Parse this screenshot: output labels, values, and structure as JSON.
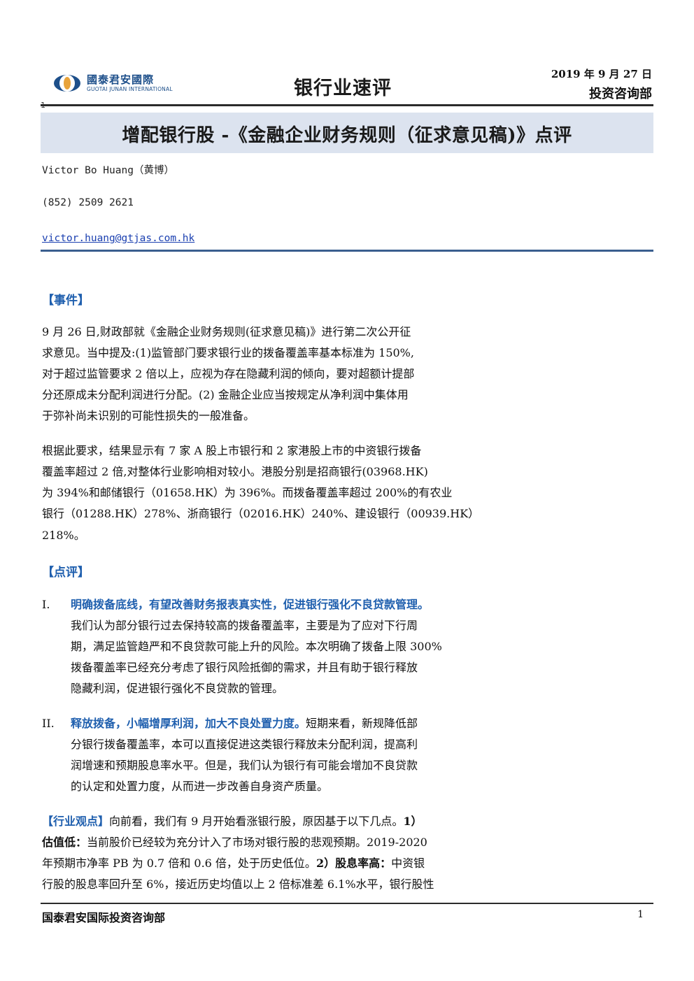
{
  "header": {
    "logo_cn": "國泰君安國際",
    "logo_en": "GUOTAI JUNAN INTERNATIONAL",
    "report_type": "银行业速评",
    "date": "2019 年 9 月 27 日",
    "department": "投资咨询部",
    "page_marker": "1"
  },
  "title": "增配银行股 -《金融企业财务规则（征求意见稿)》点评",
  "contact": {
    "name": "Victor Bo Huang（黄博）",
    "phone": "(852) 2509 2621",
    "email": "victor.huang@gtjas.com.hk"
  },
  "event": {
    "heading": "【事件】",
    "para1": [
      "9 月 26 日,财政部就《金融企业财务规则(征求意见稿)》进行第二次公开征",
      "求意见。当中提及:(1)监管部门要求银行业的拨备覆盖率基本标准为 150%,",
      "对于超过监管要求 2 倍以上，应视为存在隐藏利润的倾向，要对超额计提部",
      "分还原成未分配利润进行分配。(2) 金融企业应当按规定从净利润中集体用",
      "于弥补尚未识别的可能性损失的一般准备。"
    ],
    "para2": [
      "根据此要求，结果显示有 7 家 A 股上市银行和 2 家港股上市的中资银行拨备",
      "覆盖率超过 2 倍,对整体行业影响相对较小。港股分别是招商银行(03968.HK)",
      "为 394%和邮储银行（01658.HK）为 396%。而拨备覆盖率超过 200%的有农业",
      "银行（01288.HK）278%、浙商银行（02016.HK）240%、建设银行（00939.HK）",
      "218%。"
    ]
  },
  "comment": {
    "heading": "【点评】",
    "item1": {
      "num": "I.",
      "lead": "明确拨备底线，有望改善财务报表真实性，促进银行强化不良贷款管理。",
      "lines": [
        "我们认为部分银行过去保持较高的拨备覆盖率，主要是为了应对下行周",
        "期，满足监管趋严和不良贷款可能上升的风险。本次明确了拨备上限 300%",
        "拨备覆盖率已经充分考虑了银行风险抵御的需求，并且有助于银行释放",
        "隐藏利润，促进银行强化不良贷款的管理。"
      ]
    },
    "item2": {
      "num": "II.",
      "lead": "释放拨备，小幅增厚利润，加大不良处置力度。",
      "lead_rest": "短期来看，新规降低部",
      "lines": [
        "分银行拨备覆盖率，本可以直接促进这类银行释放未分配利润，提高利",
        "润增速和预期股息率水平。但是，我们认为银行有可能会增加不良贷款",
        "的认定和处置力度，从而进一步改善自身资产质量。"
      ]
    }
  },
  "view": {
    "heading": "【行业观点】",
    "line1_rest": "向前看，我们有 9 月开始看涨银行股，原因基于以下几点。",
    "line1_num": "1）",
    "line2_bold": "估值低：",
    "line2_rest": "当前股价已经较为充分计入了市场对银行股的悲观预期。2019-2020",
    "line3_rest": "年预期市净率 PB 为 0.7 倍和 0.6 倍，处于历史低位。",
    "line3_bold": "2）股息率高：",
    "line3_tail": "中资银",
    "line4": "行股的股息率回升至 6%，接近历史均值以上 2 倍标准差 6.1%水平，银行股性"
  },
  "footer": {
    "org": "国泰君安国际投资咨询部",
    "page": "1"
  },
  "colors": {
    "accent_blue": "#1f5fae",
    "title_band": "#dce3ef",
    "link": "#1a3fb0"
  }
}
